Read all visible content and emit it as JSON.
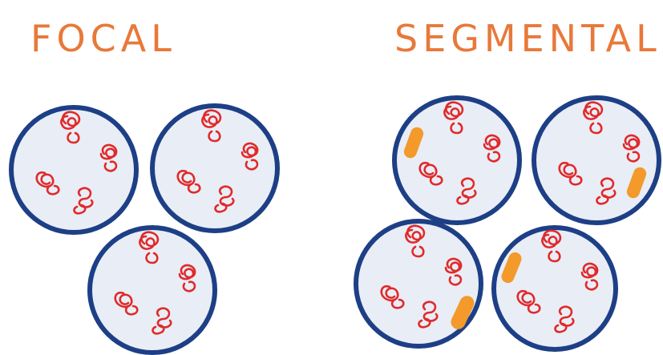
{
  "panels": [
    {
      "label": "FOCAL",
      "glomeruli": [
        {
          "lesion": null
        },
        {
          "lesion": null
        },
        {
          "lesion": null
        }
      ]
    },
    {
      "label": "SEGMENTAL",
      "glomeruli": [
        {
          "lesion": "upper-left"
        },
        {
          "lesion": "right"
        },
        {
          "lesion": "lower-right"
        },
        {
          "lesion": "left"
        }
      ]
    }
  ],
  "colors": {
    "heading": "#e8793a",
    "capsule_fill": "#e9edf6",
    "capsule_stroke": "#1d3f86",
    "capillary_loops": "#e02a2a",
    "sclerotic_lesion": "#f39a2b"
  }
}
